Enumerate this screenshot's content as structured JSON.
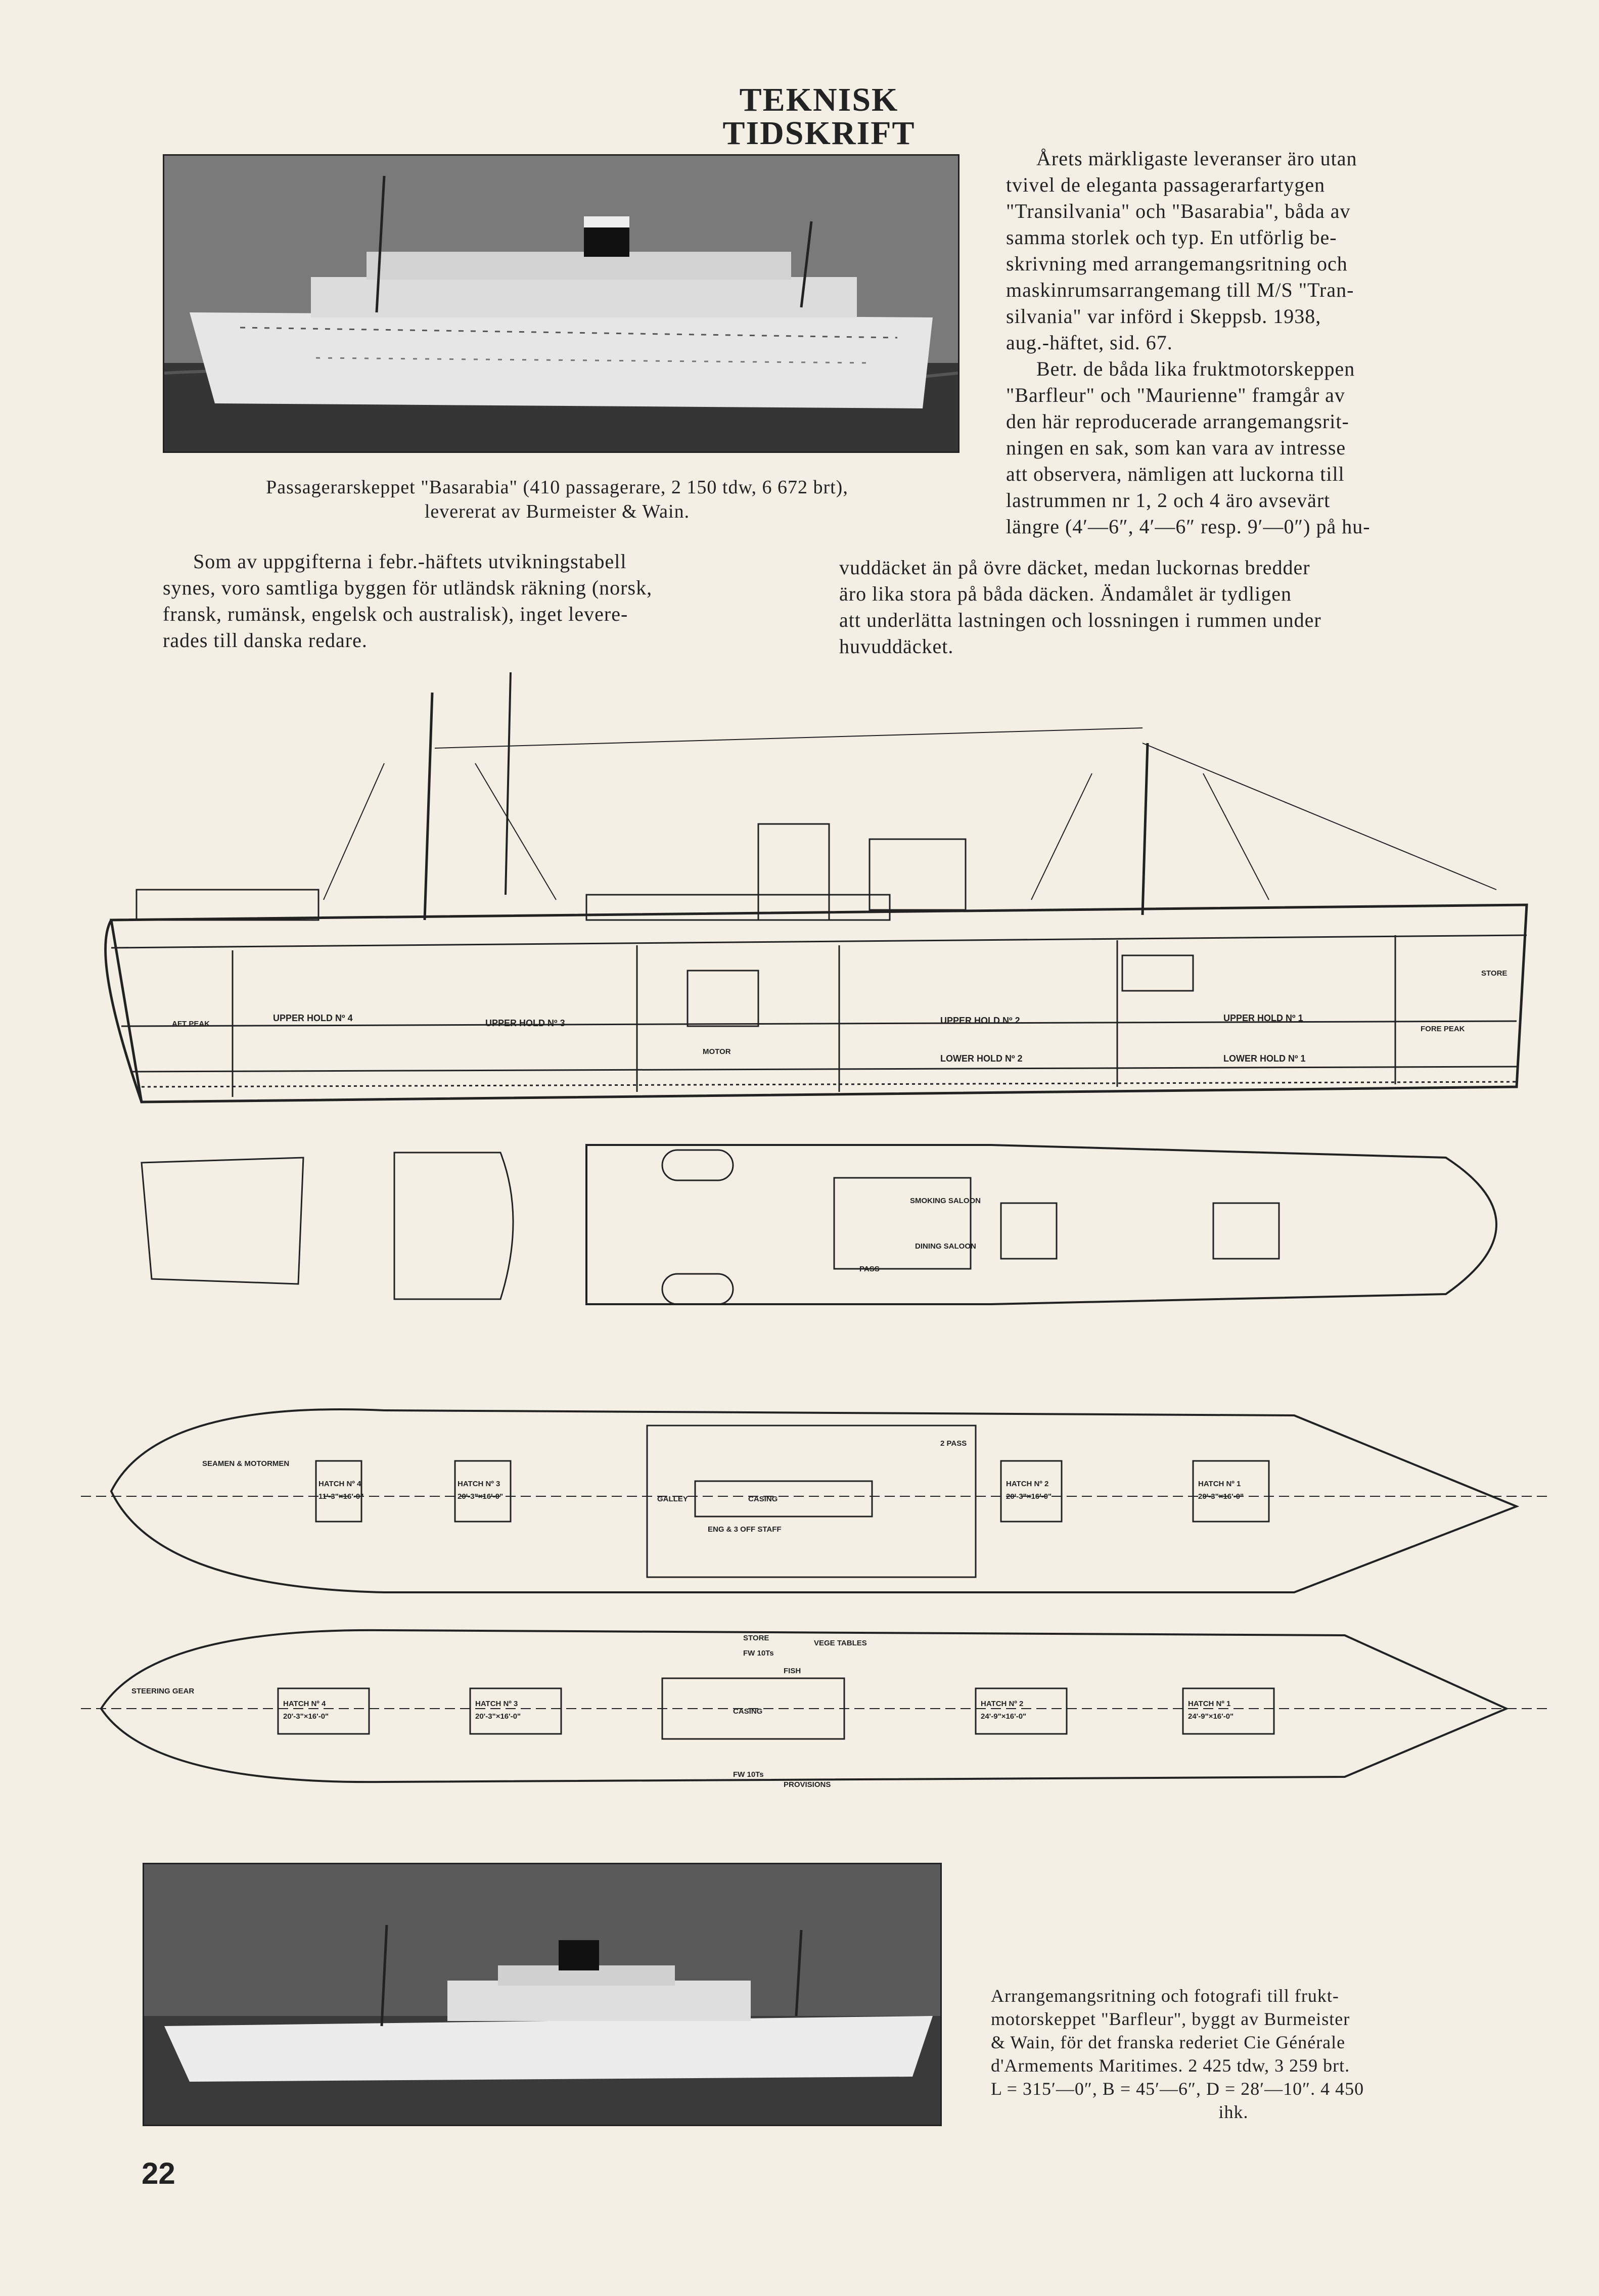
{
  "header": {
    "title": "TEKNISK TIDSKRIFT"
  },
  "top_photo": {
    "caption_line1": "Passagerarskeppet \"Basarabia\" (410 passagerare, 2 150 tdw, 6 672 brt),",
    "caption_line2": "levererat av Burmeister & Wain."
  },
  "right_column": {
    "lines": [
      "Årets märkligaste leveranser äro utan",
      "tvivel de eleganta passagerarfartygen",
      "\"Transilvania\" och \"Basarabia\", båda av",
      "samma storlek och typ. En utförlig be-",
      "skrivning med arrangemangsritning och",
      "maskinrumsarrangemang till M/S \"Tran-",
      "silvania\" var införd i Skeppsb. 1938,",
      "aug.-häftet, sid. 67.",
      "Betr. de båda lika fruktmotorskeppen",
      "\"Barfleur\" och \"Maurienne\" framgår av",
      "den här reproducerade arrangemangsrit-",
      "ningen en sak, som kan vara av intresse",
      "att observera, nämligen att luckorna till",
      "lastrummen nr 1, 2 och 4 äro avsevärt",
      "längre (4′—6″, 4′—6″ resp. 9′—0″) på hu-"
    ]
  },
  "left_paragraph": {
    "lines": [
      "Som av uppgifterna i febr.-häftets utvikningstabell",
      "synes, voro samtliga byggen för utländsk räkning (norsk,",
      "fransk, rumänsk, engelsk och australisk), inget levere-",
      "rades till danska redare."
    ]
  },
  "continuation": {
    "lines": [
      "vuddäcket än på övre däcket, medan luckornas bredder",
      "äro lika stora på båda däcken. Ändamålet är tydligen",
      "att underlätta lastningen och lossningen i rummen under",
      "huvuddäcket."
    ]
  },
  "drawing": {
    "profile_labels": {
      "upper_hold_4": "UPPER HOLD Nº 4",
      "upper_hold_3": "UPPER HOLD Nº 3",
      "upper_hold_2": "UPPER HOLD Nº 2",
      "lower_hold_2": "LOWER HOLD Nº 2",
      "upper_hold_1": "UPPER HOLD Nº 1",
      "lower_hold_1": "LOWER HOLD Nº 1",
      "aft_peak": "AFT PEAK",
      "fore_peak": "FORE PEAK",
      "store": "STORE",
      "motor": "MOTOR"
    },
    "deck1_labels": {
      "smoking_saloon": "SMOKING SALOON",
      "dining_saloon": "DINING SALOON",
      "pass": "PASS"
    },
    "deck2_labels": {
      "seamen": "SEAMEN & MOTORMEN",
      "galley": "GALLEY",
      "casing": "CASING",
      "eng_off": "ENG & 3 OFF STAFF",
      "pass2": "2 PASS",
      "hatch4": "HATCH Nº 4",
      "hatch4_dim": "11'-3\"×16'-0\"",
      "hatch3": "HATCH Nº 3",
      "hatch3_dim": "20'-3\"×16'-0\"",
      "hatch2": "HATCH Nº 2",
      "hatch2_dim": "20'-3\"×16'-0\"",
      "hatch1": "HATCH Nº 1",
      "hatch1_dim": "20'-3\"×16'-0\""
    },
    "deck3_labels": {
      "steering_gear": "STEERING GEAR",
      "hatch4": "HATCH Nº 4",
      "hatch4_dim": "20'-3\"×16'-0\"",
      "hatch3": "HATCH Nº 3",
      "hatch3_dim": "20'-3\"×16'-0\"",
      "hatch2": "HATCH Nº 2",
      "hatch2_dim": "24'-9\"×16'-0\"",
      "hatch1": "HATCH Nº 1",
      "hatch1_dim": "24'-9\"×16'-0\"",
      "casing": "CASING",
      "store": "STORE",
      "fw10": "FW 10Ts",
      "fw10b": "FW 10Ts",
      "provisions": "PROVISIONS",
      "vegetables": "VEGE TABLES",
      "fish": "FISH"
    }
  },
  "bottom_caption": {
    "lines": [
      "Arrangemangsritning och fotografi till frukt-",
      "motorskeppet \"Barfleur\", byggt av Burmeister",
      "& Wain, för det franska rederiet Cie Générale",
      "d'Armements Maritimes. 2 425 tdw, 3 259 brt.",
      "L = 315′—0″, B = 45′—6″, D = 28′—10″. 4 450",
      "ihk."
    ]
  },
  "page_number": "22"
}
